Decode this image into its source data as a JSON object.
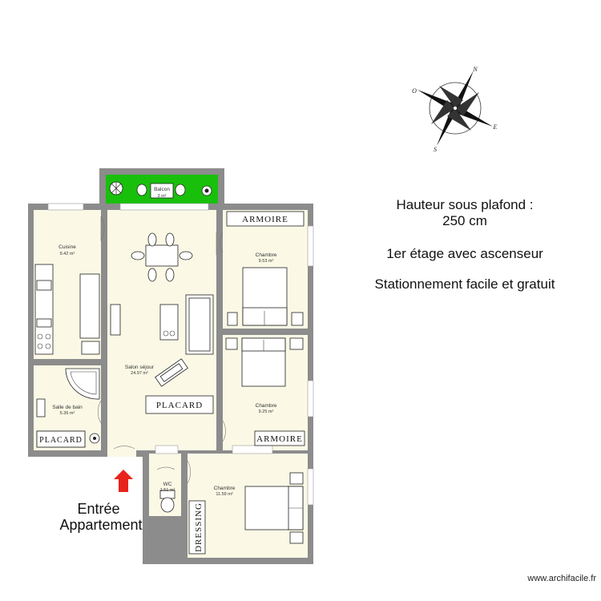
{
  "rooms": {
    "balcon": {
      "name": "Balcon",
      "area": "3 m²"
    },
    "cuisine": {
      "name": "Cuisine",
      "area": "9.42 m²"
    },
    "salon": {
      "name": "Salon séjour",
      "area": "24.97 m²"
    },
    "chambre1": {
      "name": "Chambre",
      "area": "9.53 m²"
    },
    "chambre2": {
      "name": "Chambre",
      "area": "9.25 m²"
    },
    "chambre3": {
      "name": "Chambre",
      "area": "11.59 m²"
    },
    "salle_de_bain": {
      "name": "Salle de bain",
      "area": "5.36 m²"
    },
    "wc": {
      "name": "WC",
      "area": "1.51 m²"
    }
  },
  "storage_labels": {
    "armoire_top": "ARMOIRE",
    "armoire_bottom": "ARMOIRE",
    "placard_salon": "PLACARD",
    "placard_sdb": "PLACARD",
    "dressing": "DRESSING"
  },
  "info": {
    "line1": "Hauteur sous plafond :",
    "line2": "250 cm",
    "line3": "1er étage avec ascenseur",
    "line4": "Stationnement facile et gratuit"
  },
  "entry": {
    "line1": "Entrée",
    "line2": "Appartement",
    "arrow_color": "#e8231c"
  },
  "compass": {
    "n": "N",
    "e": "E",
    "s": "S",
    "o": "O"
  },
  "footer": "www.archifacile.fr",
  "colors": {
    "wall": "#8c8c8c",
    "floor": "#fbf9e6",
    "balcony": "#18c00c"
  }
}
